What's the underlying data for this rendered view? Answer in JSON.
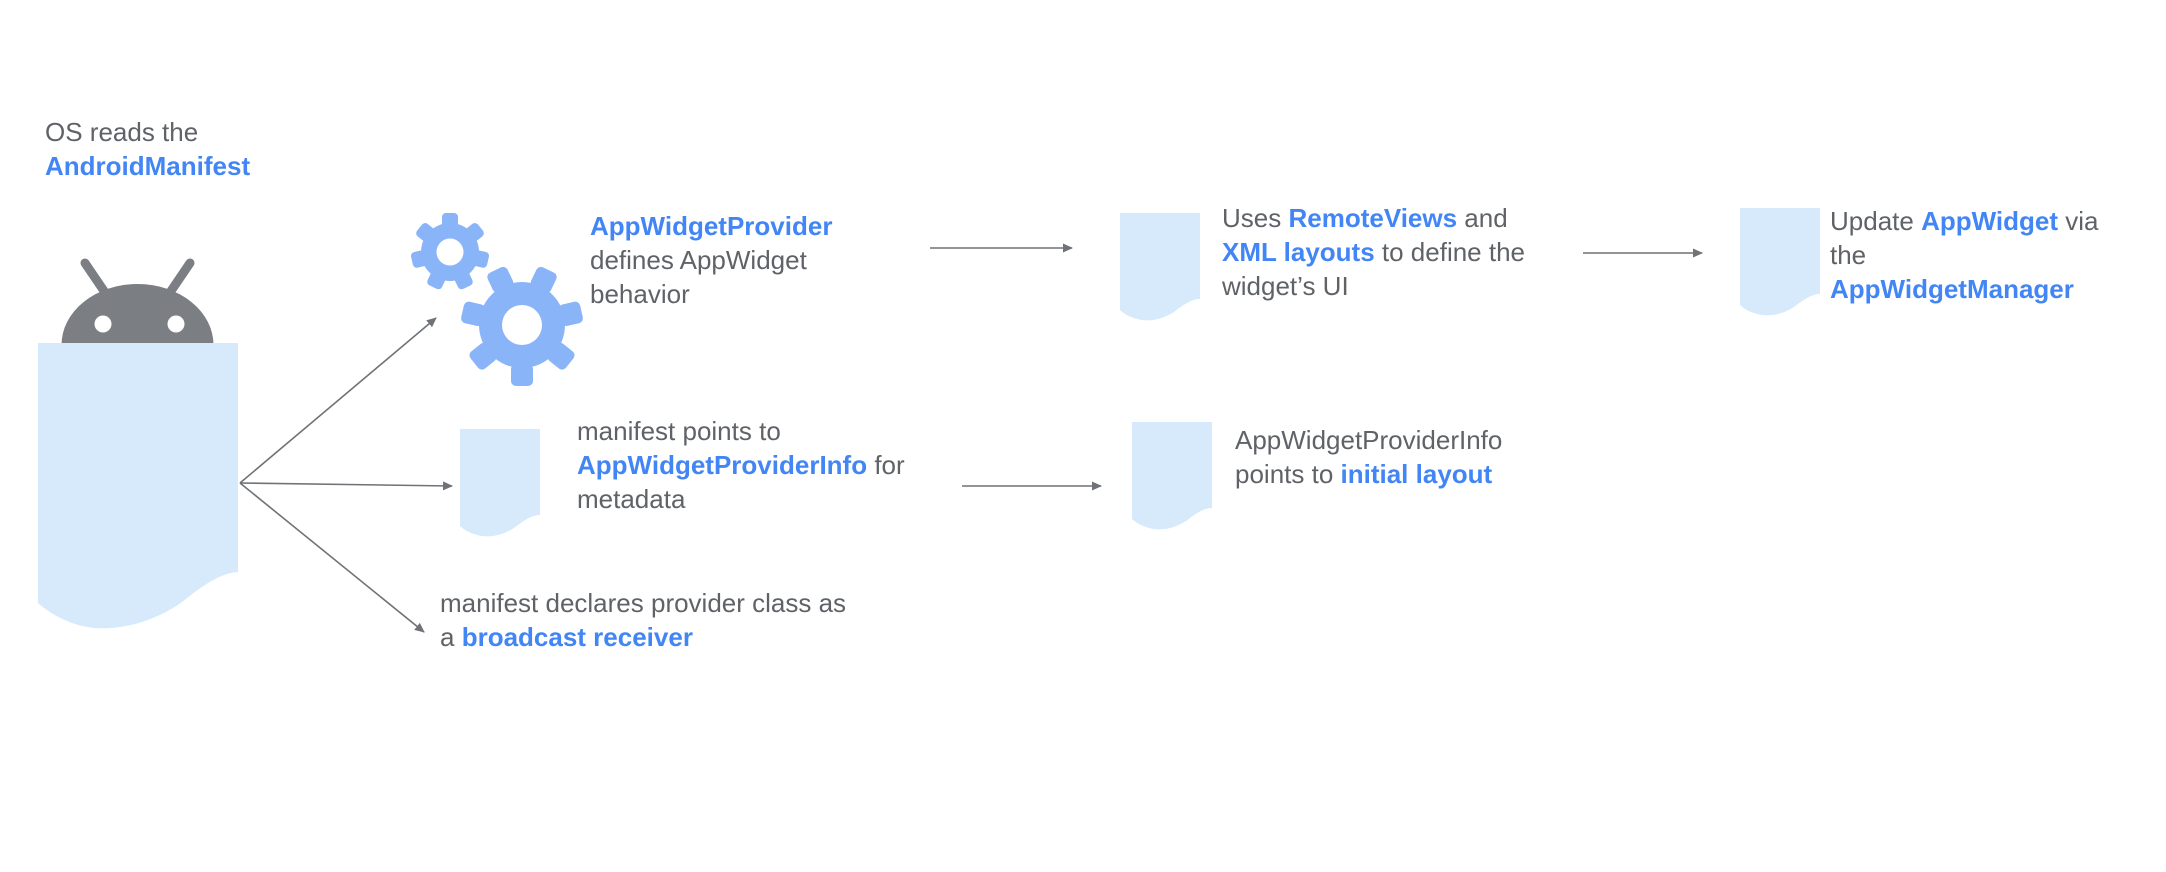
{
  "title": "AppWidget architecture flow diagram",
  "colors": {
    "accent_blue": "#4285f4",
    "gear_blue": "#8ab4f8",
    "doc_blue": "#d7eafb",
    "text_gray": "#5f6368",
    "robot_gray": "#7b7e82",
    "arrow_gray": "#6f7276"
  },
  "icons": [
    "android-robot-icon",
    "manifest-document-icon",
    "gears-icon",
    "ui-document-icon",
    "update-document-icon",
    "metadata-document-icon",
    "initial-layout-document-icon",
    "flow-arrow"
  ],
  "blocks": {
    "os_manifest": [
      [
        {
          "t": "OS reads the",
          "c": "g"
        }
      ],
      [
        {
          "t": "AndroidManifest",
          "c": "b"
        }
      ]
    ],
    "provider": [
      [
        {
          "t": "AppWidgetProvider",
          "c": "b"
        }
      ],
      [
        {
          "t": "defines AppWidget",
          "c": "g"
        }
      ],
      [
        {
          "t": "behavior",
          "c": "g"
        }
      ]
    ],
    "remoteviews": [
      [
        {
          "t": "Uses ",
          "c": "g"
        },
        {
          "t": "RemoteViews",
          "c": "b"
        },
        {
          "t": " and",
          "c": "g"
        }
      ],
      [
        {
          "t": "XML layouts",
          "c": "b"
        },
        {
          "t": " to define the",
          "c": "g"
        }
      ],
      [
        {
          "t": "widget’s UI",
          "c": "g"
        }
      ]
    ],
    "update": [
      [
        {
          "t": "Update ",
          "c": "g"
        },
        {
          "t": "AppWidget",
          "c": "b"
        },
        {
          "t": " via",
          "c": "g"
        }
      ],
      [
        {
          "t": "the",
          "c": "g"
        }
      ],
      [
        {
          "t": "AppWidgetManager",
          "c": "b"
        }
      ]
    ],
    "providerinfo": [
      [
        {
          "t": "manifest points to",
          "c": "g"
        }
      ],
      [
        {
          "t": "AppWidgetProviderInfo",
          "c": "b"
        },
        {
          "t": " for",
          "c": "g"
        }
      ],
      [
        {
          "t": "metadata",
          "c": "g"
        }
      ]
    ],
    "initial_layout": [
      [
        {
          "t": "AppWidgetProviderInfo",
          "c": "g"
        }
      ],
      [
        {
          "t": "points to ",
          "c": "g"
        },
        {
          "t": "initial layout",
          "c": "b"
        }
      ]
    ],
    "broadcast": [
      [
        {
          "t": "manifest declares provider class as",
          "c": "g"
        }
      ],
      [
        {
          "t": "a ",
          "c": "g"
        },
        {
          "t": "broadcast receiver",
          "c": "b"
        }
      ]
    ]
  }
}
